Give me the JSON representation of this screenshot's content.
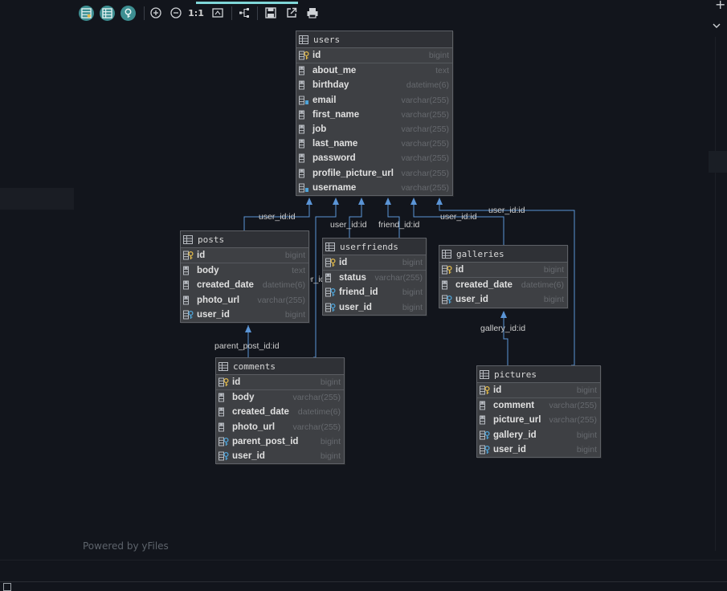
{
  "toolbar": {
    "zoom_actual_label": "1:1",
    "buttons": [
      "show-columns",
      "show-tables",
      "show-keys",
      "zoom-in",
      "zoom-out",
      "actual-size",
      "fit-content",
      "layout",
      "save",
      "export",
      "print"
    ]
  },
  "footer": {
    "powered_by": "Powered by yFiles"
  },
  "tables": {
    "users": {
      "name": "users",
      "columns": [
        {
          "name": "id",
          "type": "bigint",
          "kind": "pk"
        },
        {
          "name": "about_me",
          "type": "text",
          "kind": "col"
        },
        {
          "name": "birthday",
          "type": "datetime(6)",
          "kind": "col"
        },
        {
          "name": "email",
          "type": "varchar(255)",
          "kind": "idx"
        },
        {
          "name": "first_name",
          "type": "varchar(255)",
          "kind": "col"
        },
        {
          "name": "job",
          "type": "varchar(255)",
          "kind": "col"
        },
        {
          "name": "last_name",
          "type": "varchar(255)",
          "kind": "col"
        },
        {
          "name": "password",
          "type": "varchar(255)",
          "kind": "col"
        },
        {
          "name": "profile_picture_url",
          "type": "varchar(255)",
          "kind": "col"
        },
        {
          "name": "username",
          "type": "varchar(255)",
          "kind": "idx"
        }
      ]
    },
    "posts": {
      "name": "posts",
      "columns": [
        {
          "name": "id",
          "type": "bigint",
          "kind": "pk"
        },
        {
          "name": "body",
          "type": "text",
          "kind": "col"
        },
        {
          "name": "created_date",
          "type": "datetime(6)",
          "kind": "col"
        },
        {
          "name": "photo_url",
          "type": "varchar(255)",
          "kind": "col"
        },
        {
          "name": "user_id",
          "type": "bigint",
          "kind": "fk"
        }
      ]
    },
    "userfriends": {
      "name": "userfriends",
      "columns": [
        {
          "name": "id",
          "type": "bigint",
          "kind": "pk"
        },
        {
          "name": "status",
          "type": "varchar(255)",
          "kind": "col"
        },
        {
          "name": "friend_id",
          "type": "bigint",
          "kind": "fk"
        },
        {
          "name": "user_id",
          "type": "bigint",
          "kind": "fk"
        }
      ]
    },
    "galleries": {
      "name": "galleries",
      "columns": [
        {
          "name": "id",
          "type": "bigint",
          "kind": "pk"
        },
        {
          "name": "created_date",
          "type": "datetime(6)",
          "kind": "col"
        },
        {
          "name": "user_id",
          "type": "bigint",
          "kind": "fk"
        }
      ]
    },
    "comments": {
      "name": "comments",
      "columns": [
        {
          "name": "id",
          "type": "bigint",
          "kind": "pk"
        },
        {
          "name": "body",
          "type": "varchar(255)",
          "kind": "col"
        },
        {
          "name": "created_date",
          "type": "datetime(6)",
          "kind": "col"
        },
        {
          "name": "photo_url",
          "type": "varchar(255)",
          "kind": "col"
        },
        {
          "name": "parent_post_id",
          "type": "bigint",
          "kind": "fk"
        },
        {
          "name": "user_id",
          "type": "bigint",
          "kind": "fk"
        }
      ]
    },
    "pictures": {
      "name": "pictures",
      "columns": [
        {
          "name": "id",
          "type": "bigint",
          "kind": "pk"
        },
        {
          "name": "comment",
          "type": "varchar(255)",
          "kind": "col"
        },
        {
          "name": "picture_url",
          "type": "varchar(255)",
          "kind": "col"
        },
        {
          "name": "gallery_id",
          "type": "bigint",
          "kind": "fk"
        },
        {
          "name": "user_id",
          "type": "bigint",
          "kind": "fk"
        }
      ]
    }
  },
  "edges": [
    {
      "label": "user_id:id"
    },
    {
      "label": "user_id:id"
    },
    {
      "label": "user_id:id"
    },
    {
      "label": "friend_id:id"
    },
    {
      "label": "user_id:id"
    },
    {
      "label": "user_id:id"
    },
    {
      "label": "parent_post_id:id"
    },
    {
      "label": "gallery_id:id"
    }
  ],
  "colors": {
    "background": "#12151c",
    "edge": "#5b95d6",
    "toolbar_accent": "#3d8f92",
    "pk_key": "#e0b84a",
    "fk_key": "#4ea3d8"
  }
}
